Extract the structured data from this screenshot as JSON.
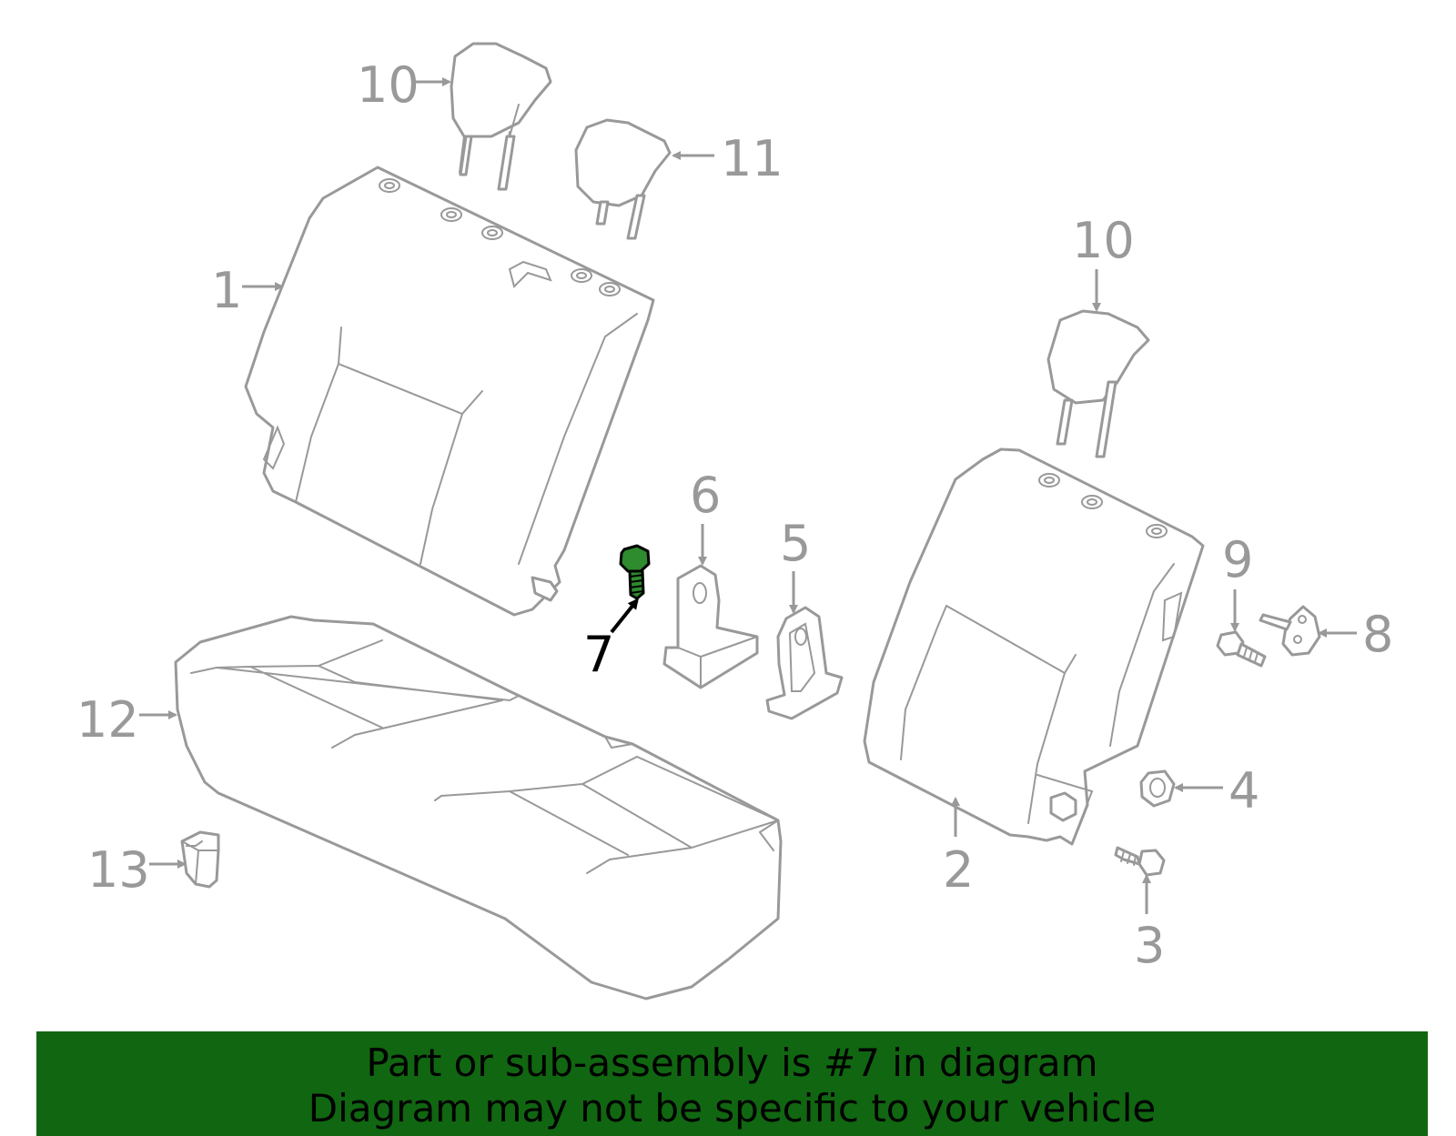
{
  "diagram": {
    "callouts": {
      "c1": "1",
      "c2": "2",
      "c3": "3",
      "c4": "4",
      "c5": "5",
      "c6": "6",
      "c7": "7",
      "c8": "8",
      "c9": "9",
      "c10a": "10",
      "c10b": "10",
      "c11": "11",
      "c12": "12",
      "c13": "13"
    },
    "highlighted_part": "7",
    "colors": {
      "line": "#999999",
      "highlight_fill": "#2e8b2e",
      "banner_bg": "#116611",
      "banner_text": "#000000"
    }
  },
  "banner": {
    "line1": "Part or sub-assembly is #7 in diagram",
    "line2": "Diagram may not be specific to your vehicle"
  }
}
